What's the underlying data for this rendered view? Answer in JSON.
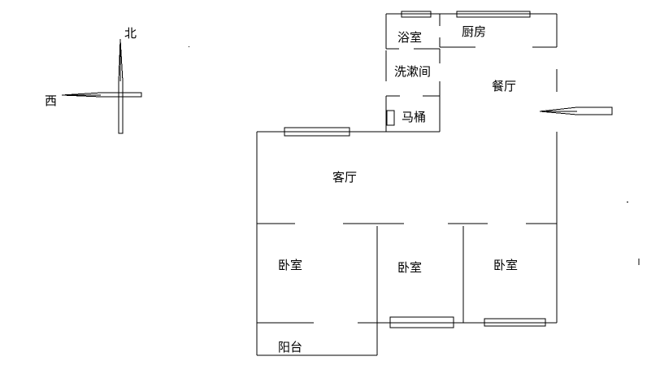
{
  "compass": {
    "north_label": "北",
    "west_label": "西"
  },
  "rooms": {
    "bathroom": "浴室",
    "kitchen": "厨房",
    "washroom": "洗漱间",
    "dining": "餐厅",
    "toilet": "马桶",
    "living": "客厅",
    "bedroom_1": "卧室",
    "bedroom_2": "卧室",
    "bedroom_3": "卧室",
    "balcony": "阳台"
  },
  "colors": {
    "line": "#000000",
    "background": "#ffffff"
  },
  "icons": {
    "compass": "compass-cross-arrows",
    "entrance": "left-arrow"
  }
}
